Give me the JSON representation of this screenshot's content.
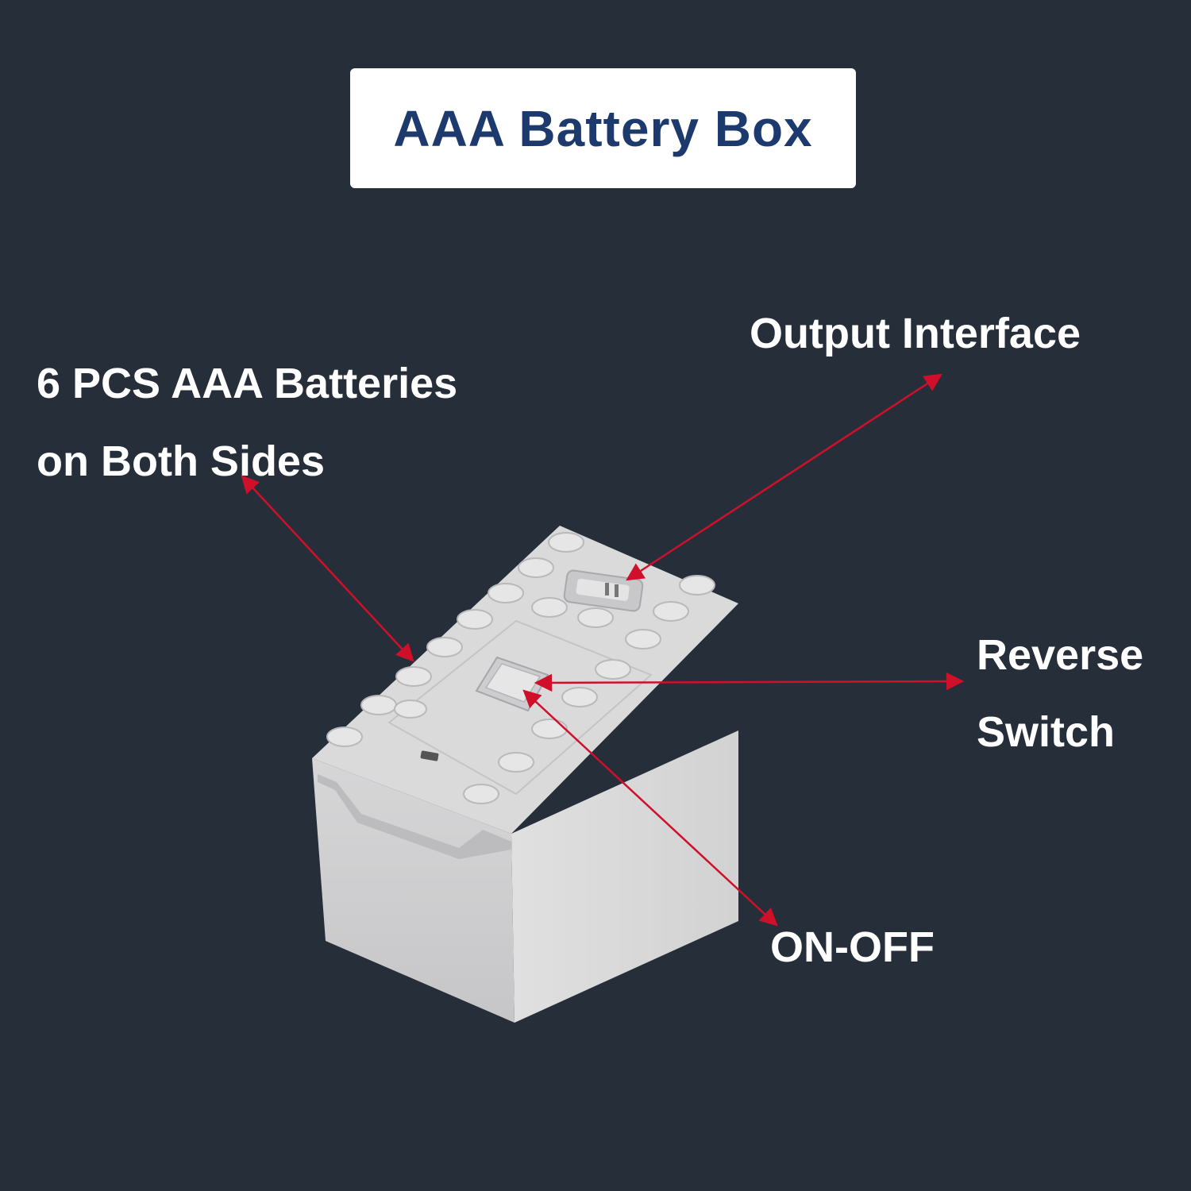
{
  "title": "AAA Battery Box",
  "labels": {
    "batteries_line1": "6 PCS AAA Batteries",
    "batteries_line2": "on Both Sides",
    "output": "Output Interface",
    "reverse_line1": "Reverse",
    "reverse_line2": "Switch",
    "onoff": "ON-OFF"
  },
  "colors": {
    "background": "#262e39",
    "title_text": "#1c3a6e",
    "label_text": "#ffffff",
    "arrow": "#d0102a",
    "box_top": "#d9d9da",
    "box_front": "#cfcfd0",
    "box_side": "#dcdcdc"
  }
}
